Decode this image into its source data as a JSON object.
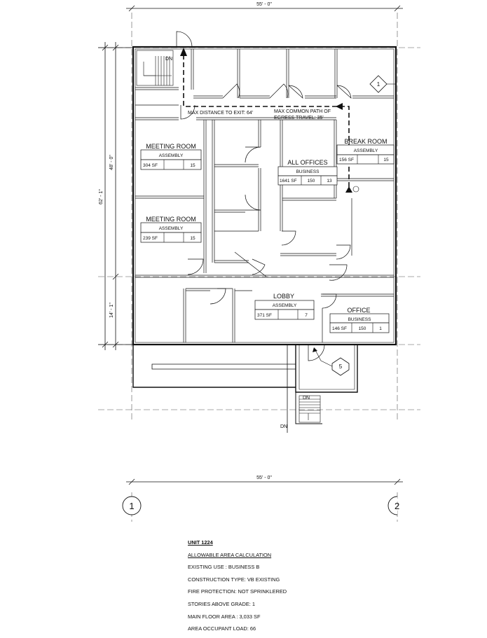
{
  "dimensions": {
    "top_width": "55' - 0\"",
    "bottom_width": "55' - 0\"",
    "overall_height": "62' - 1\"",
    "upper_height": "48' - 0\"",
    "lower_height": "14' - 1\""
  },
  "grid": {
    "left": "1",
    "right": "2"
  },
  "stair_labels": {
    "top": "DN",
    "bottom_stair": "DN",
    "bottom_ramp": "DN"
  },
  "egress": {
    "max_distance": "MAX DISTANCE TO EXIT: 64'",
    "common_path_line1": "MAX COMMON PATH OF",
    "common_path_line2": "EGRESS TRAVEL: 35'"
  },
  "tags": {
    "keynote_1": "1",
    "keynote_5": "5"
  },
  "rooms": {
    "meeting_room_1": {
      "name": "MEETING ROOM",
      "use": "ASSEMBLY",
      "area": "304 SF",
      "factor": "",
      "load": "15"
    },
    "meeting_room_2": {
      "name": "MEETING ROOM",
      "use": "ASSEMBLY",
      "area": "239 SF",
      "factor": "",
      "load": "15"
    },
    "break_room": {
      "name": "BREAK ROOM",
      "use": "ASSEMBLY",
      "area": "156 SF",
      "factor": "",
      "load": "15"
    },
    "all_offices": {
      "name": "ALL OFFICES",
      "use": "BUSINESS",
      "area": "1641 SF",
      "factor": "150",
      "load": "13"
    },
    "lobby": {
      "name": "LOBBY",
      "use": "ASSEMBLY",
      "area": "371 SF",
      "factor": "",
      "load": "7"
    },
    "office": {
      "name": "OFFICE",
      "use": "BUSINESS",
      "area": "146 SF",
      "factor": "150",
      "load": "1"
    }
  },
  "notes": {
    "unit": "UNIT 1224",
    "heading": "ALLOWABLE AREA CALCULATION",
    "existing_use": "EXISTING USE : BUSINESS B",
    "construction": "CONSTRUCTION TYPE: VB EXISTING",
    "fire": "FIRE PROTECTION: NOT SPRINKLERED",
    "stories": "STORIES ABOVE GRADE: 1",
    "floor_area": "MAIN FLOOR AREA : 3,033 SF",
    "occupant_load": "AREA OCCUPANT LOAD:  66"
  }
}
